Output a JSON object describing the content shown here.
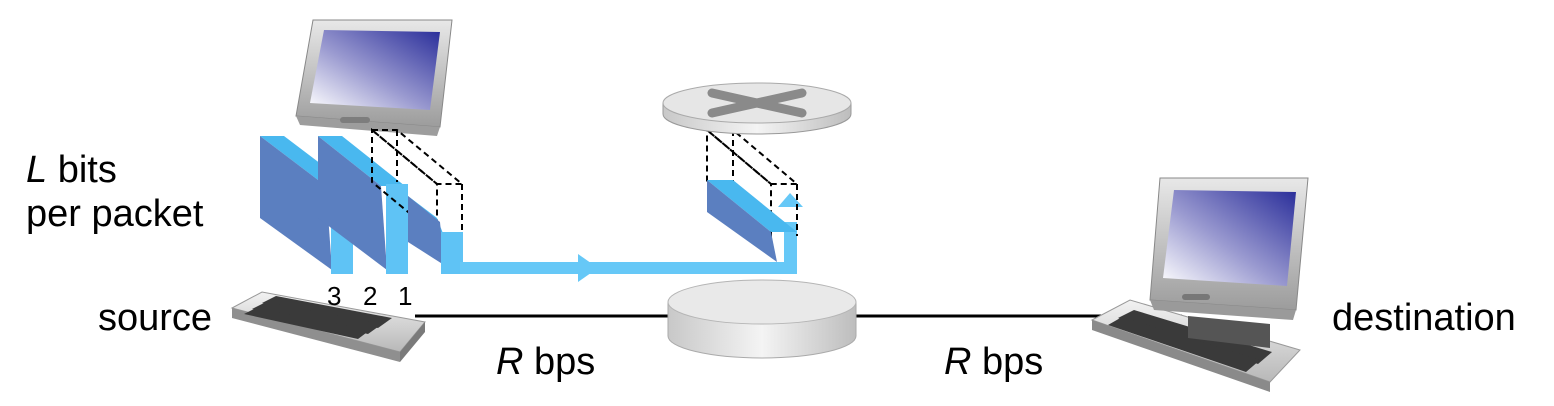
{
  "labels": {
    "packet_size_var": "L",
    "packet_size_line1_rest": "bits",
    "packet_size_line2": "per packet",
    "source": "source",
    "destination": "destination",
    "link1_rate_var": "R",
    "link1_rate_unit": "bps",
    "link2_rate_var": "R",
    "link2_rate_unit": "bps"
  },
  "packet_numbers": [
    "3",
    "2",
    "1"
  ],
  "colors": {
    "packet_face": "#5b7fc0",
    "packet_edge": "#5fc3f5",
    "flow_arrow": "#66c8f7",
    "link": "#000000",
    "screen_gradient_start": "#2a2e9a",
    "screen_gradient_end": "#ffffff"
  }
}
